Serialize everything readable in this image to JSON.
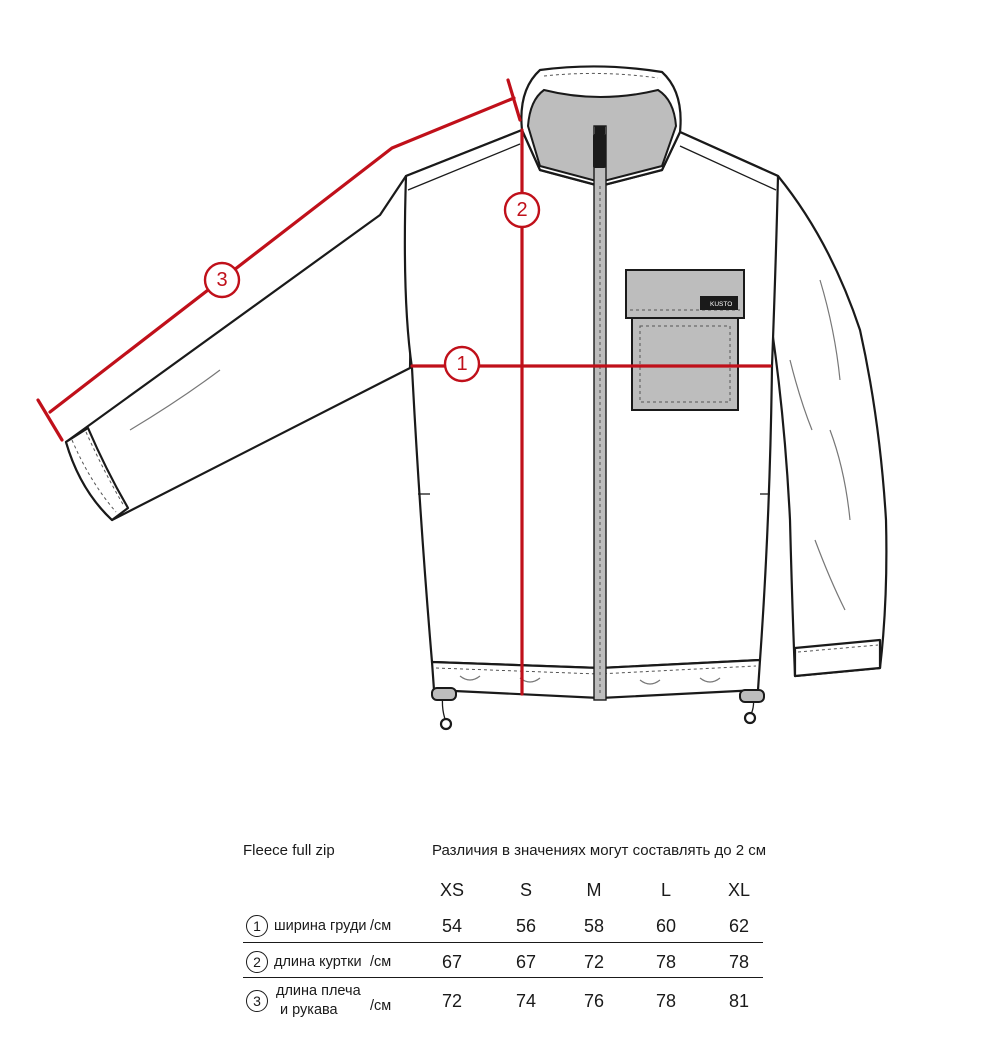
{
  "diagram": {
    "brand_tag": "KUSTO",
    "measurements": [
      {
        "id": "1",
        "name": "chest-width"
      },
      {
        "id": "2",
        "name": "jacket-length"
      },
      {
        "id": "3",
        "name": "shoulder-sleeve-length"
      }
    ],
    "measure_color": "#c0101a",
    "accent_grey": "#bdbdbd"
  },
  "table": {
    "product_name": "Fleece full zip",
    "note": "Различия в значениях могут составлять до 2 см",
    "sizes": [
      "XS",
      "S",
      "M",
      "L",
      "XL"
    ],
    "rows": [
      {
        "num": "1",
        "label": "ширина груди",
        "label2": "",
        "unit": "/см",
        "values": [
          "54",
          "56",
          "58",
          "60",
          "62"
        ]
      },
      {
        "num": "2",
        "label": "длина куртки",
        "label2": "",
        "unit": "/см",
        "values": [
          "67",
          "67",
          "72",
          "78",
          "78"
        ]
      },
      {
        "num": "3",
        "label": "длина плеча",
        "label2": "и рукава",
        "unit": "/см",
        "values": [
          "72",
          "74",
          "76",
          "78",
          "81"
        ]
      }
    ]
  }
}
